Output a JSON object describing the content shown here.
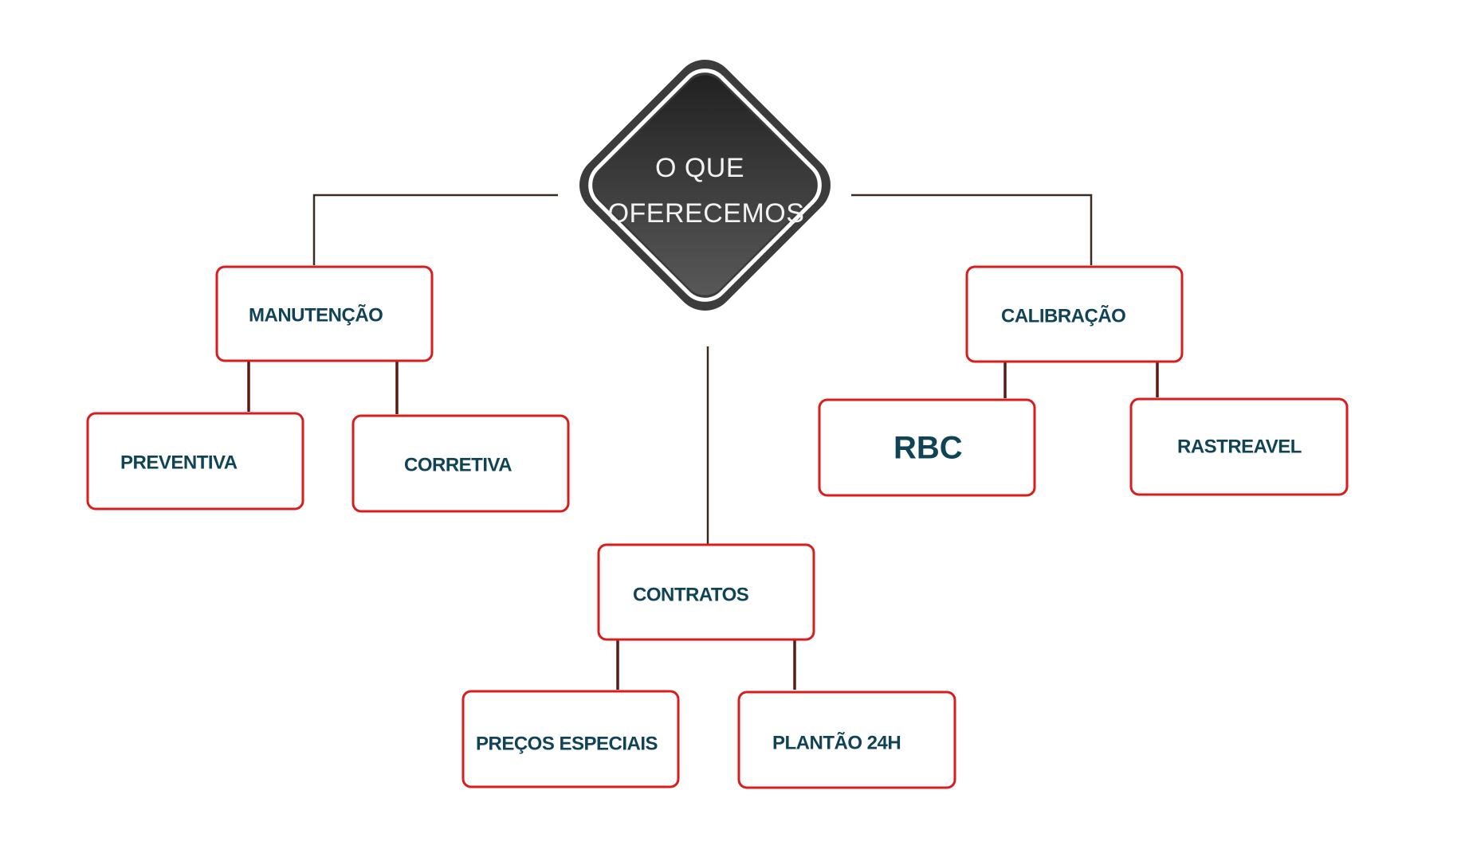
{
  "center": {
    "line1": "O QUE",
    "line2": "OFERECEMOS"
  },
  "nodes": {
    "manutencao": "MANUTENÇÃO",
    "preventiva": "PREVENTIVA",
    "corretiva": "CORRETIVA",
    "calibracao": "CALIBRAÇÃO",
    "rbc": "RBC",
    "rastreavel": "RASTREAVEL",
    "contratos": "CONTRATOS",
    "precos_especiais": "PREÇOS ESPECIAIS",
    "plantao_24h": "PLANTÃO 24H"
  },
  "colors": {
    "box_border": "#d91c1c",
    "label_text": "#0f4355",
    "center_fill": "#3c3c3c",
    "center_text": "#f2f2f2"
  }
}
